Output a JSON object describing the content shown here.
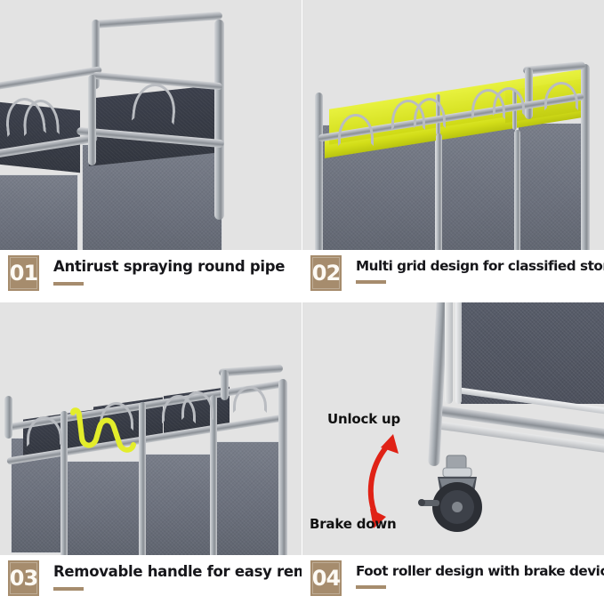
{
  "page": {
    "type": "product-feature-grid",
    "background": "#ffffff",
    "panel_background": "#e3e3e3",
    "badge_color": "#a68c6d",
    "text_color": "#16161a",
    "accent_yellow": "#d2dd18",
    "fabric_gray": "#6b707c",
    "frame_gray": "#a9adb3",
    "arrow_red": "#e02216"
  },
  "features": [
    {
      "number": "01",
      "caption": "Antirust spraying round pipe",
      "image_alt": "close-up-of-round-steel-pipe-frame-and-gray-laundry-bins"
    },
    {
      "number": "02",
      "caption": "Multi grid design for classified storage",
      "image_alt": "three-compartment-cart-with-yellow-green-top-rim"
    },
    {
      "number": "03",
      "caption": "Removable handle for easy removal",
      "image_alt": "cart-with-yellow-highlighted-removable-handle"
    },
    {
      "number": "04",
      "caption": "Foot roller design with brake device",
      "image_alt": "close-up-of-caster-wheel-with-brake-lever"
    }
  ],
  "annotations": {
    "unlock": "Unlock up",
    "brake": "Brake down"
  }
}
